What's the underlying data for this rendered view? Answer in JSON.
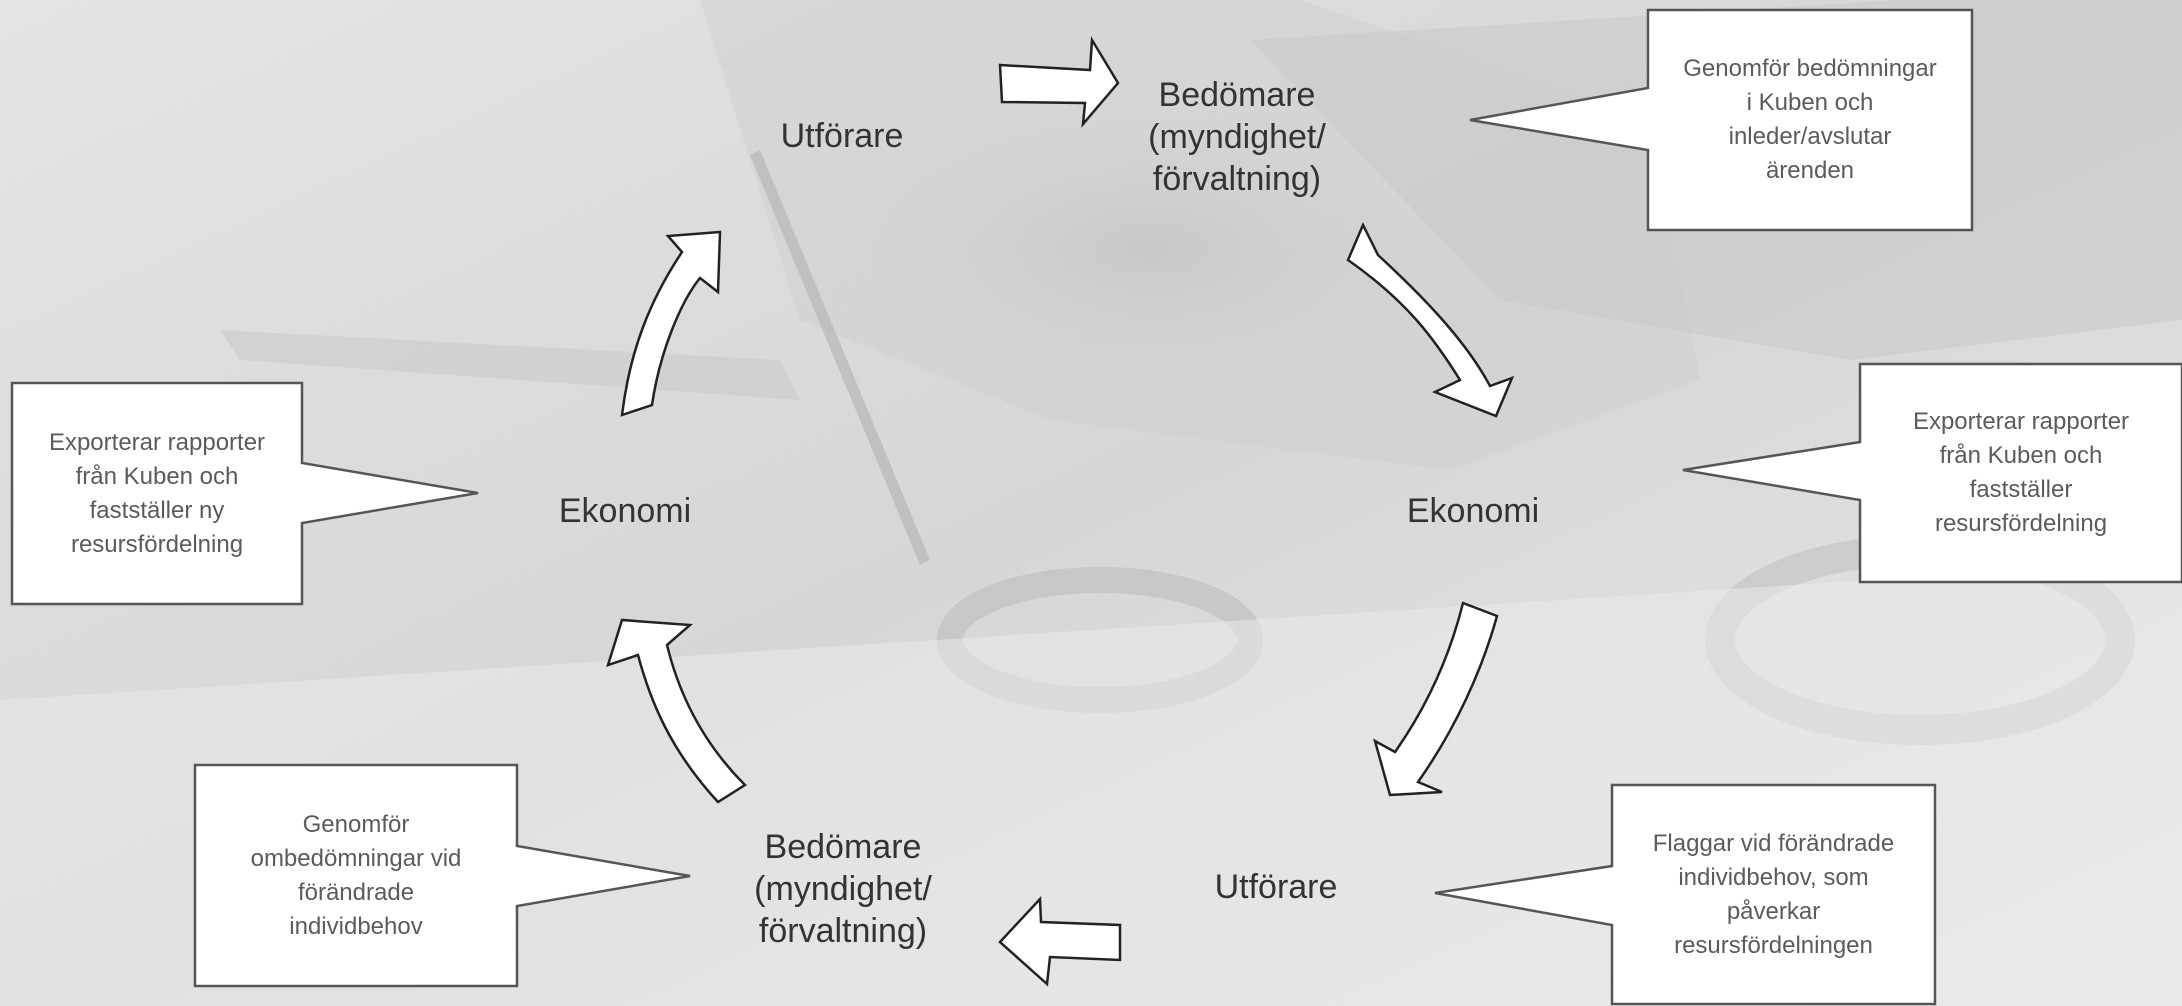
{
  "nodes": {
    "top_utforare": [
      "Utförare"
    ],
    "top_bedomare": [
      "Bedömare",
      "(myndighet/",
      "förvaltning)"
    ],
    "right_ekonomi": [
      "Ekonomi"
    ],
    "bottom_utforare": [
      "Utförare"
    ],
    "bottom_bedomare": [
      "Bedömare",
      "(myndighet/",
      "förvaltning)"
    ],
    "left_ekonomi": [
      "Ekonomi"
    ]
  },
  "callouts": {
    "top_right": [
      "Genomför bedömningar",
      "i Kuben och",
      "inleder/avslutar",
      "ärenden"
    ],
    "right": [
      "Exporterar rapporter",
      "från Kuben och",
      "fastställer",
      "resursfördelning"
    ],
    "bottom_right": [
      "Flaggar vid förändrade",
      "individbehov, som",
      "påverkar",
      "resursfördelningen"
    ],
    "bottom_left": [
      "Genomför",
      "ombedömningar vid",
      "förändrade",
      "individbehov"
    ],
    "left": [
      "Exporterar rapporter",
      "från Kuben och",
      "fastställer ny",
      "resursfördelning"
    ]
  },
  "colors": {
    "background": "#e8e8e8",
    "callout_fill": "#ffffff",
    "callout_border": "#555555",
    "arrow_fill": "#ffffff",
    "arrow_stroke": "#222222"
  }
}
